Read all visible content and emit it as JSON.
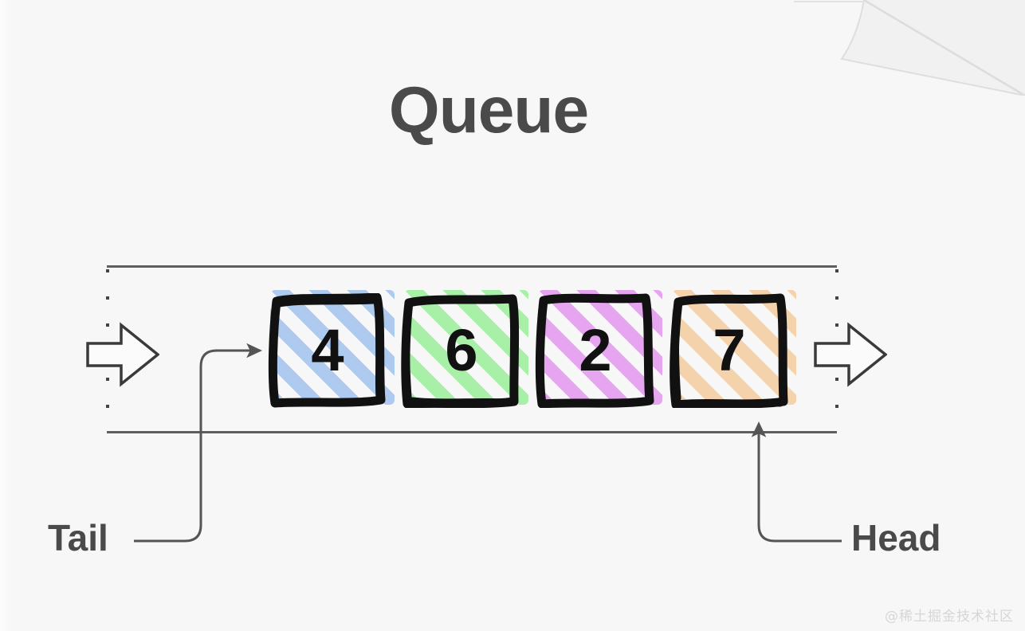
{
  "page": {
    "title": "Queue",
    "background_color": "#f7f7f7",
    "title_color": "#4a4a4a",
    "watermark": "@稀土掘金技术社区"
  },
  "diagram": {
    "type": "queue-structure",
    "rail_color": "#5e5e5e",
    "dotted_guide_color": "#444444",
    "enqueue_arrow_name": "enqueue-arrow",
    "dequeue_arrow_name": "dequeue-arrow",
    "items": [
      {
        "value": "4",
        "stripe_color": "#aecbef",
        "name": "queue-item-4"
      },
      {
        "value": "6",
        "stripe_color": "#a8f0a8",
        "name": "queue-item-6"
      },
      {
        "value": "2",
        "stripe_color": "#e5a6ef",
        "name": "queue-item-2"
      },
      {
        "value": "7",
        "stripe_color": "#f3d2ac",
        "name": "queue-item-7"
      }
    ],
    "pointers": [
      {
        "label": "Tail",
        "target_value": "4",
        "side": "left"
      },
      {
        "label": "Head",
        "target_value": "7",
        "side": "right"
      }
    ],
    "connector_color": "#555555",
    "box_border_color": "#111111"
  }
}
